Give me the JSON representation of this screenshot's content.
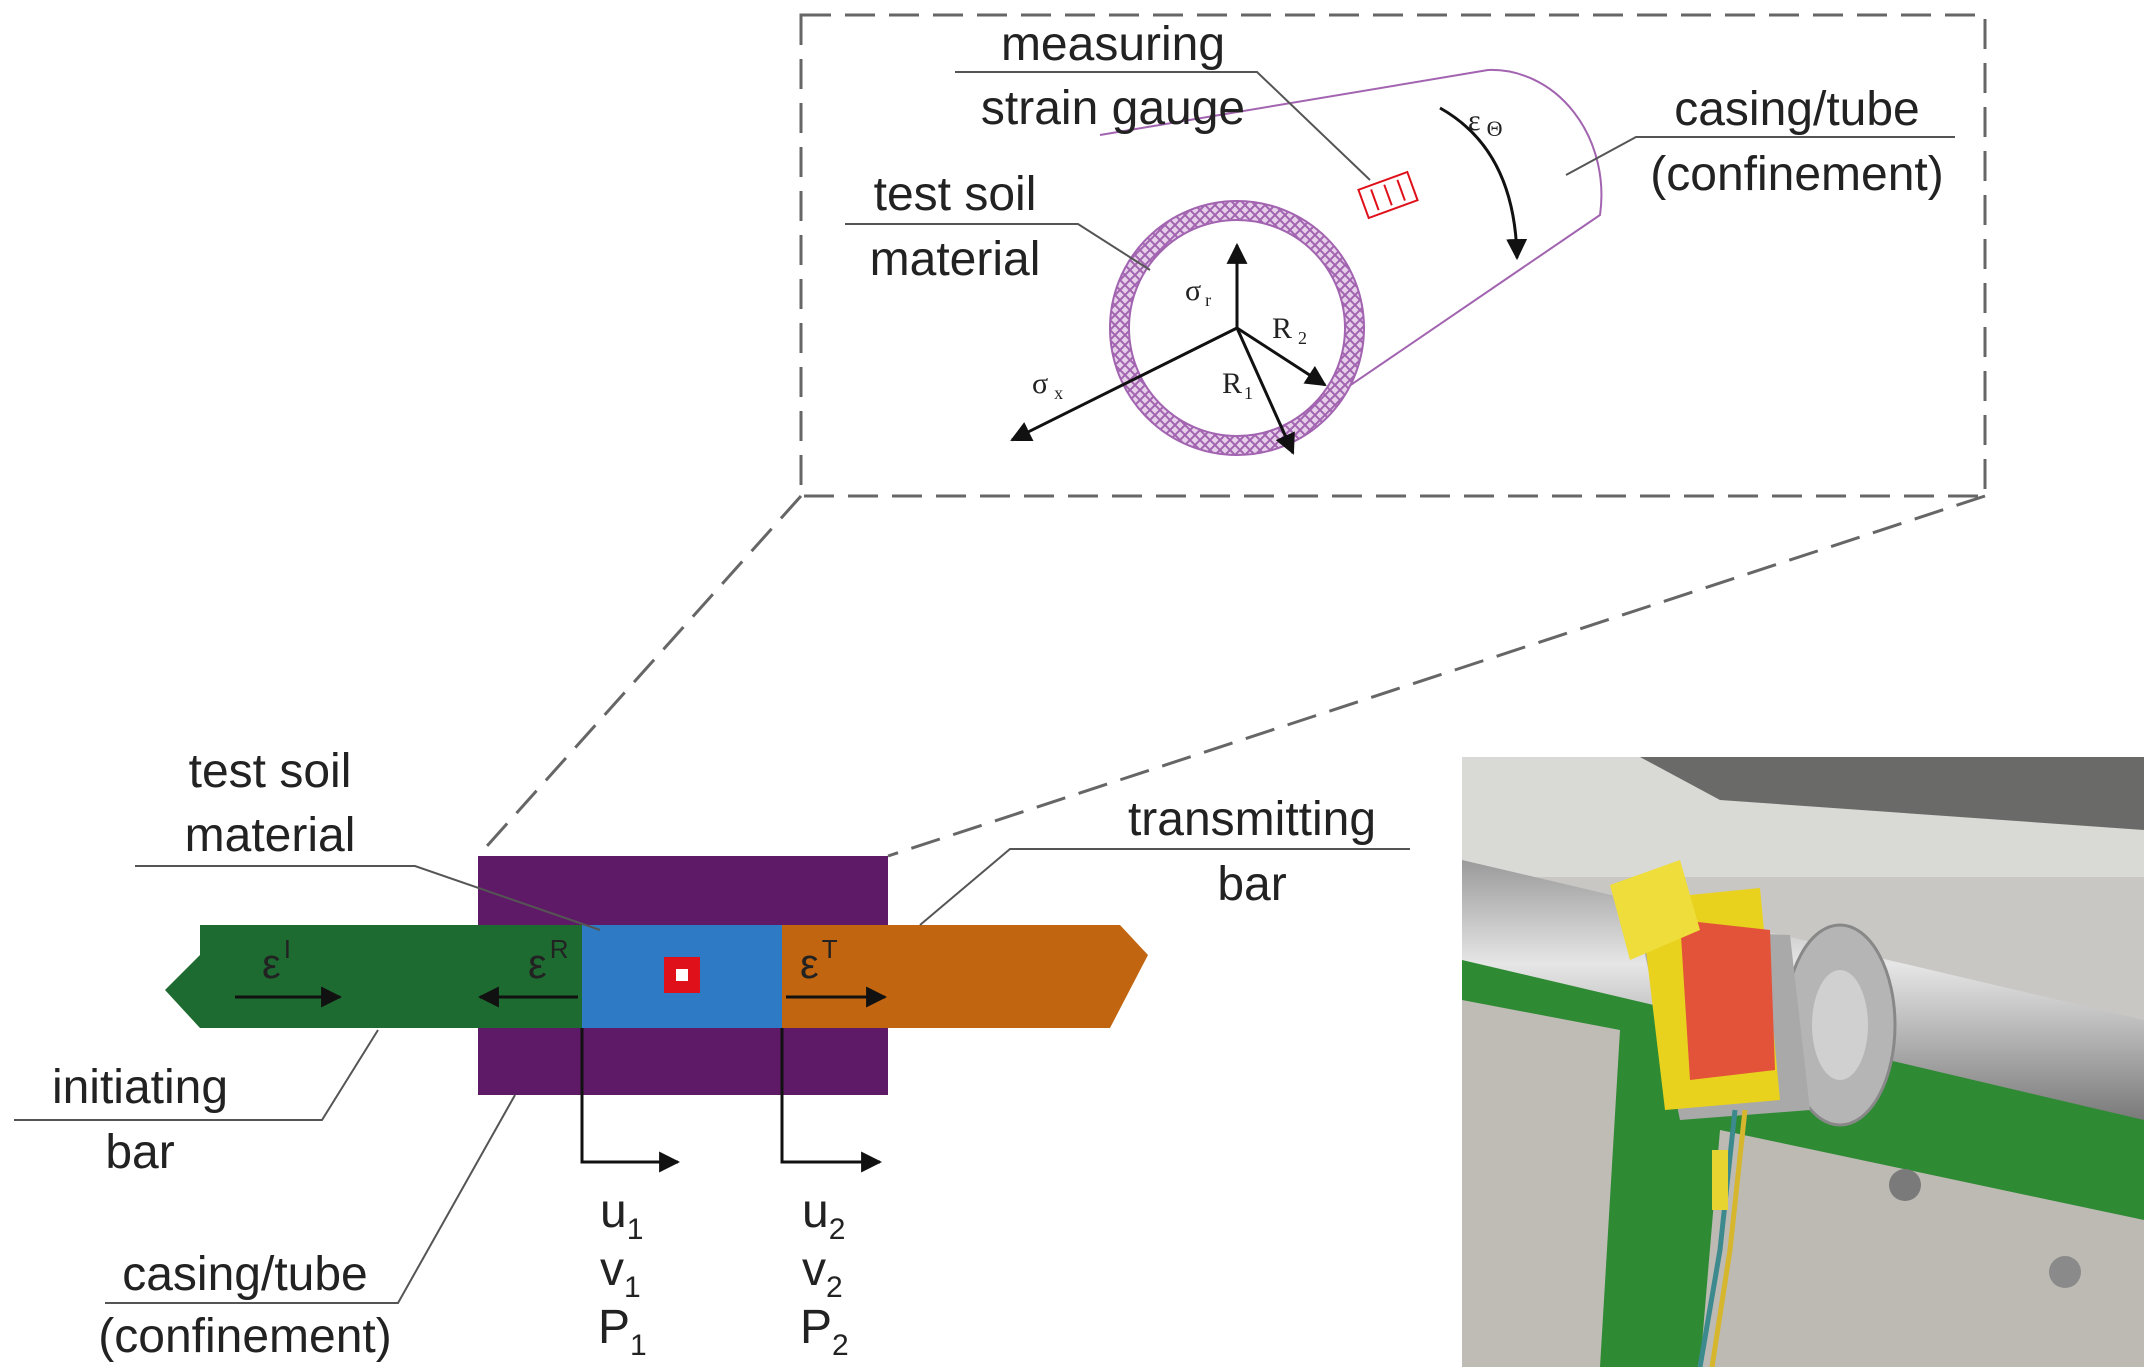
{
  "inset": {
    "gauge_label_line1": "measuring",
    "gauge_label_line2": "strain gauge",
    "tube_label_line1": "casing/tube",
    "tube_label_line2": "(confinement)",
    "soil_label_line1": "test soil",
    "soil_label_line2": "material",
    "eps_theta_symbol": "ε",
    "eps_theta_sub": "Θ",
    "sigma_r_symbol": "σ",
    "sigma_r_sub": "r",
    "sigma_x_symbol": "σ",
    "sigma_x_sub": "x",
    "r2_symbol": "R",
    "r2_sub": "2",
    "r1_symbol": "R",
    "r1_sub": "1"
  },
  "main": {
    "soil_label_line1": "test soil",
    "soil_label_line2": "material",
    "transmit_label_line1": "transmitting",
    "transmit_label_line2": "bar",
    "initiating_label_line1": "initiating",
    "initiating_label_line2": "bar",
    "casing_label_line1": "casing/tube",
    "casing_label_line2": "(confinement)",
    "eps_i_base": "ε",
    "eps_i_sup": "I",
    "eps_r_base": "ε",
    "eps_r_sup": "R",
    "eps_t_base": "ε",
    "eps_t_sup": "T",
    "u1": "u",
    "u1_sub": "1",
    "v1": "v",
    "v1_sub": "1",
    "p1": "P",
    "p1_sub": "1",
    "u2": "u",
    "u2_sub": "2",
    "v2": "v",
    "v2_sub": "2",
    "p2": "P",
    "p2_sub": "2"
  },
  "colors": {
    "initiating_bar": "#1e6b32",
    "transmitting_bar": "#c16510",
    "casing": "#5e1a66",
    "soil": "#2e7ac4",
    "gauge": "#e0101a",
    "inset_ring": "#a264b0"
  }
}
